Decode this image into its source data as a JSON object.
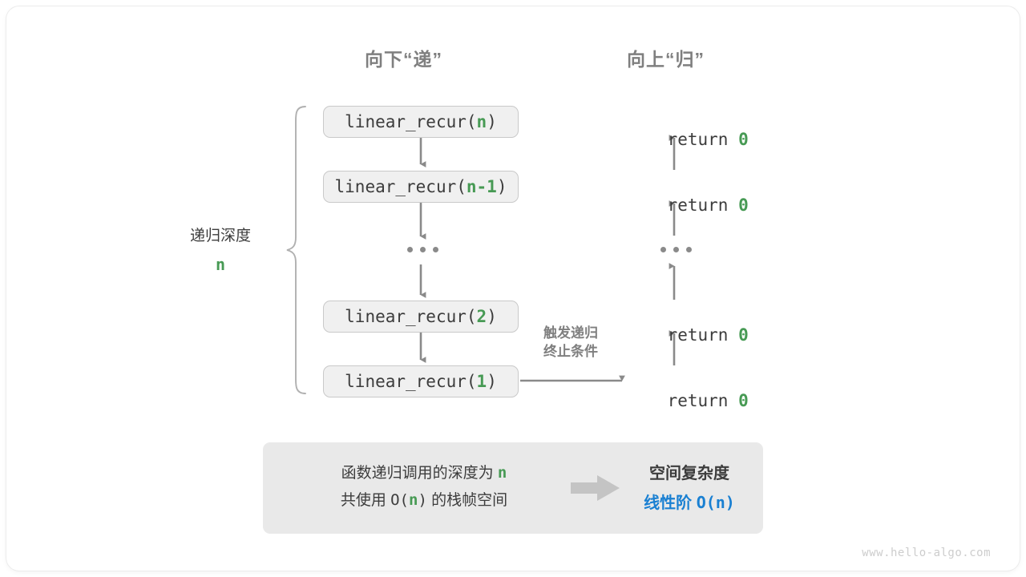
{
  "headings": {
    "down": "向下“递”",
    "up": "向上“归”"
  },
  "brace": {
    "label": "递归深度",
    "depth": "n"
  },
  "call_stack": [
    {
      "prefix": "linear_recur(",
      "arg": "n",
      "suffix": ")"
    },
    {
      "prefix": "linear_recur(",
      "arg": "n-1",
      "suffix": ")"
    },
    {
      "prefix": "linear_recur(",
      "arg": "2",
      "suffix": ")"
    },
    {
      "prefix": "linear_recur(",
      "arg": "1",
      "suffix": ")"
    }
  ],
  "returns": [
    {
      "keyword": "return ",
      "value": "0"
    },
    {
      "keyword": "return ",
      "value": "0"
    },
    {
      "keyword": "return ",
      "value": "0"
    },
    {
      "keyword": "return ",
      "value": "0"
    }
  ],
  "trigger_note": {
    "line1": "触发递归",
    "line2": "终止条件"
  },
  "summary": {
    "left_line1_a": "函数递归调用的深度为 ",
    "left_line1_n": "n",
    "left_line2_a": "共使用 ",
    "left_line2_o": "O(",
    "left_line2_n": "n",
    "left_line2_b": ")",
    "left_line2_c": " 的栈帧空间",
    "arrow": "arrow-right-block",
    "right_title": "空间复杂度",
    "right_value_text": "线性阶 ",
    "right_value_mono": "O(n)"
  },
  "watermark": "www.hello-algo.com",
  "colors": {
    "accent_green": "#479a54",
    "accent_blue": "#1a80d2",
    "text_dark": "#3c3c3c",
    "text_gray": "#7f7f7f",
    "box_fill": "#f0f0f0",
    "box_border": "#c9c9c9",
    "panel_fill": "#e9e9e9",
    "arrow_gray": "#8a8a8a",
    "watermark_gray": "#cdcdcd"
  }
}
